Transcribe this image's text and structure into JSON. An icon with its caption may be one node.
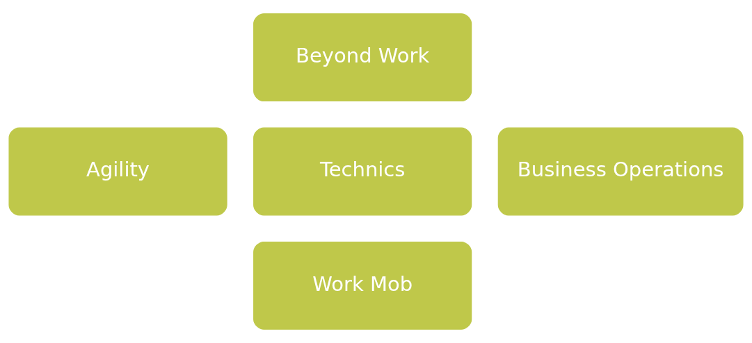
{
  "diagram": {
    "nodes": [
      {
        "text": [
          "Beyond Work"
        ]
      },
      {
        "text": [
          "Agility"
        ]
      },
      {
        "text": [
          "Technics"
        ]
      },
      {
        "text": [
          "Business Operations"
        ]
      },
      {
        "text": [
          "Work Mob"
        ]
      }
    ]
  }
}
